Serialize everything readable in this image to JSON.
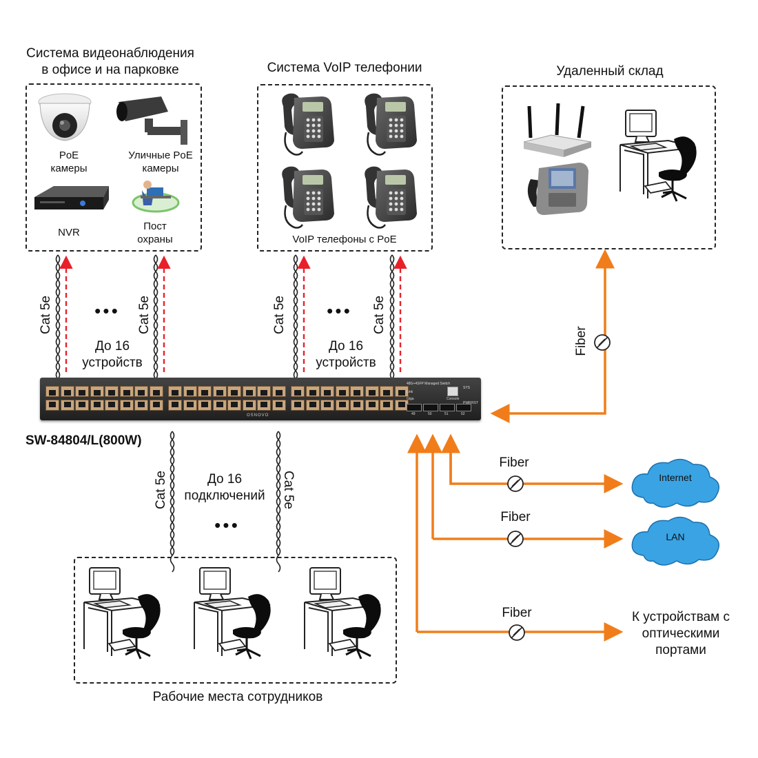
{
  "groups": {
    "cctv": {
      "title_line1": "Система видеонаблюдения",
      "title_line2": "в офисе и на парковке",
      "poe_cam_line1": "PoE",
      "poe_cam_line2": "камеры",
      "street_cam_line1": "Уличные PoE",
      "street_cam_line2": "камеры",
      "nvr": "NVR",
      "guard_line1": "Пост",
      "guard_line2": "охраны"
    },
    "voip": {
      "title": "Система VoIP телефонии",
      "caption": "VoIP телефоны с PoE"
    },
    "warehouse": {
      "title": "Удаленный склад"
    },
    "workplaces": {
      "caption": "Рабочие места сотрудников"
    }
  },
  "links": {
    "cable": "Cat 5e",
    "fiber": "Fiber",
    "ellipsis": "• • •",
    "up_to_16": "До 16",
    "devices": "устройств",
    "connections": "подключений"
  },
  "switch": {
    "model": "SW-84804/L(800W)",
    "brand": "OSNOVO",
    "panel_text": "48G+4SFP Managed Switch",
    "console": "Console",
    "pwr": "PWR",
    "rst": "RST",
    "sys": "SYS",
    "link": "Link",
    "giga": "Giga",
    "sfp_ports": [
      "49",
      "50",
      "51",
      "52"
    ]
  },
  "destinations": {
    "internet": "Internet",
    "lan": "LAN",
    "optical_line1": "К устройствам с",
    "optical_line2": "оптическими",
    "optical_line3": "портами"
  },
  "colors": {
    "fiber": "#f07d1a",
    "poe": "#e8202a",
    "cloud": "#3aa3e3",
    "switch_body": "#2e2e2e"
  }
}
